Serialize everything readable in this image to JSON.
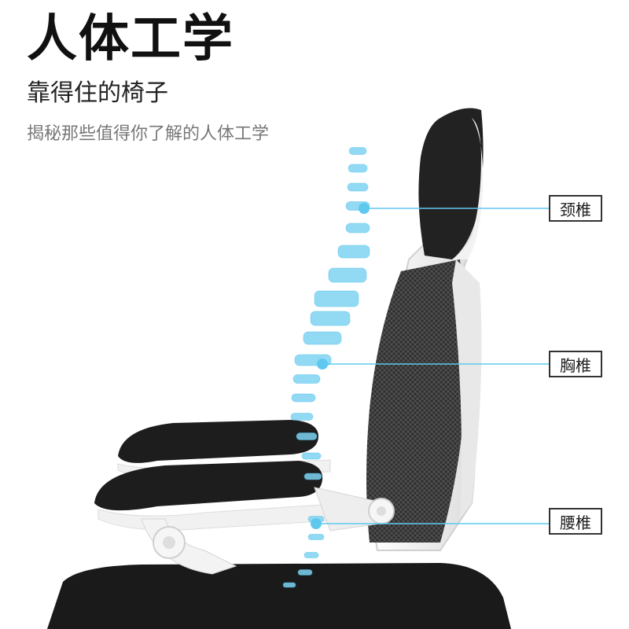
{
  "header": {
    "title": "人体工学",
    "subtitle": "靠得住的椅子",
    "tagline": "揭秘那些值得你了解的人体工学"
  },
  "callouts": [
    {
      "label": "颈椎"
    },
    {
      "label": "胸椎"
    },
    {
      "label": "腰椎"
    }
  ],
  "colors": {
    "spine": "#7fd3f2",
    "spine_dark": "#48b9e6",
    "callout_line": "#5ec8ef",
    "chair_frame": "#f4f4f4",
    "chair_cushion": "#1c1c1c",
    "mesh": "#3a3a3a"
  }
}
